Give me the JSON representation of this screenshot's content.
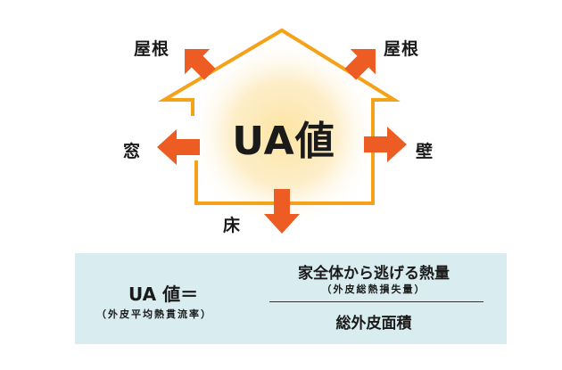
{
  "diagram": {
    "center_label": "UA値",
    "labels": {
      "roof_left": "屋根",
      "roof_right": "屋根",
      "window": "窓",
      "wall": "壁",
      "floor": "床"
    },
    "colors": {
      "house_outline": "#f5a21b",
      "arrow": "#ed5c22",
      "glow_center": "#fde4a2",
      "formula_bg": "#d9ecf0"
    }
  },
  "formula": {
    "lhs": "UA 値＝",
    "lhs_sub": "（外皮平均熱貫流率）",
    "numerator": "家全体から逃げる熱量",
    "numerator_sub": "（外皮総熱損失量）",
    "denominator": "総外皮面積"
  }
}
